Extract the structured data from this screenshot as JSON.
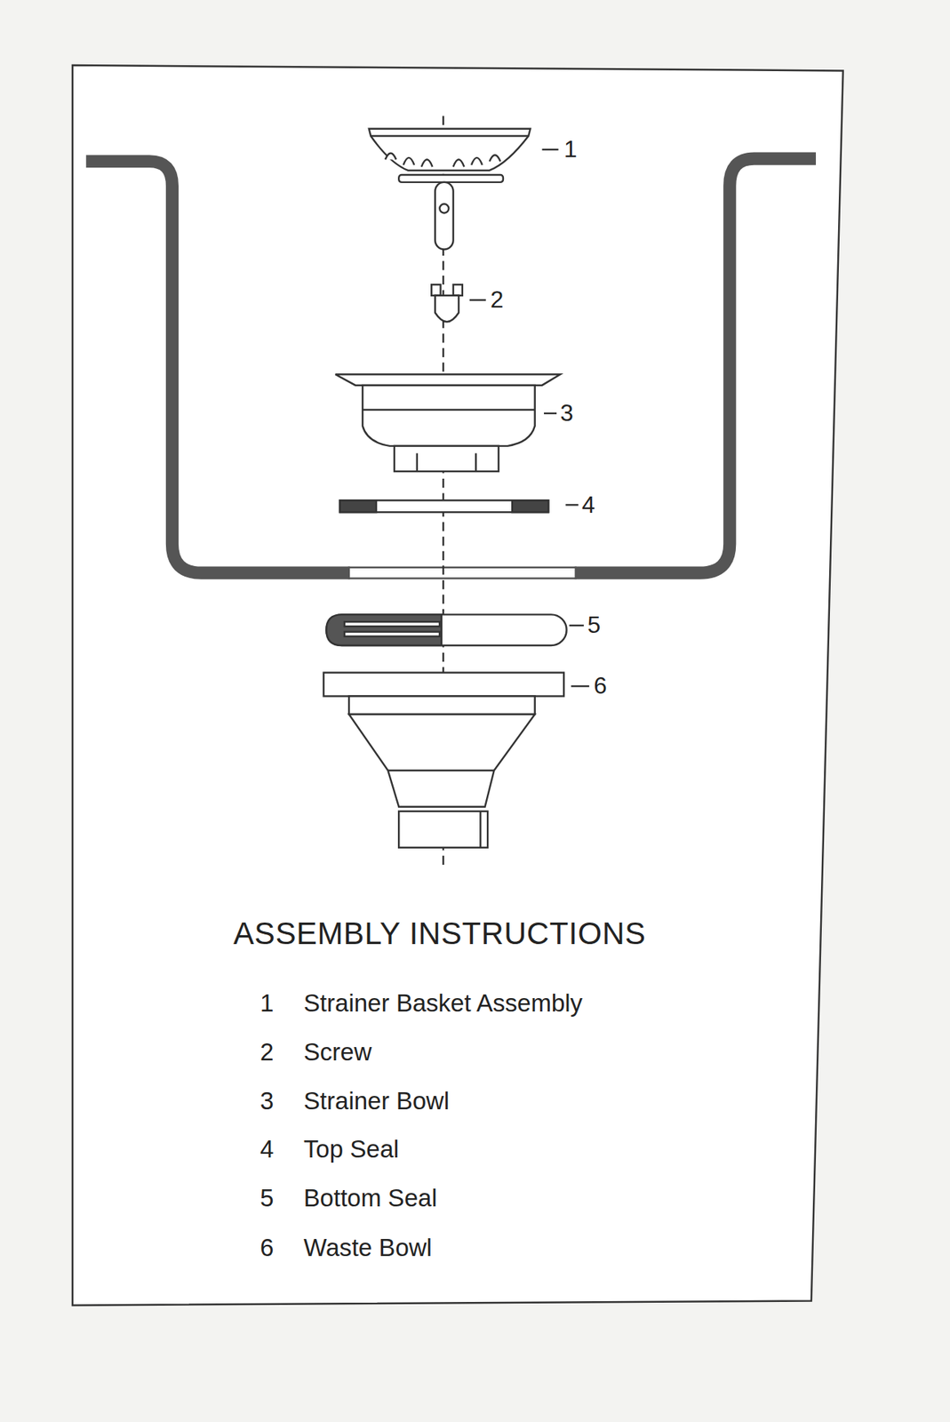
{
  "diagram": {
    "title": "ASSEMBLY INSTRUCTIONS",
    "labels": [
      "1",
      "2",
      "3",
      "4",
      "5",
      "6",
      "1",
      "Strainer Basket Assembly",
      "2",
      "Screw",
      "3",
      "Strainer Bowl",
      "4",
      "Top Seal",
      "5",
      "Bottom Seal",
      "6",
      "Waste Bowl"
    ]
  }
}
